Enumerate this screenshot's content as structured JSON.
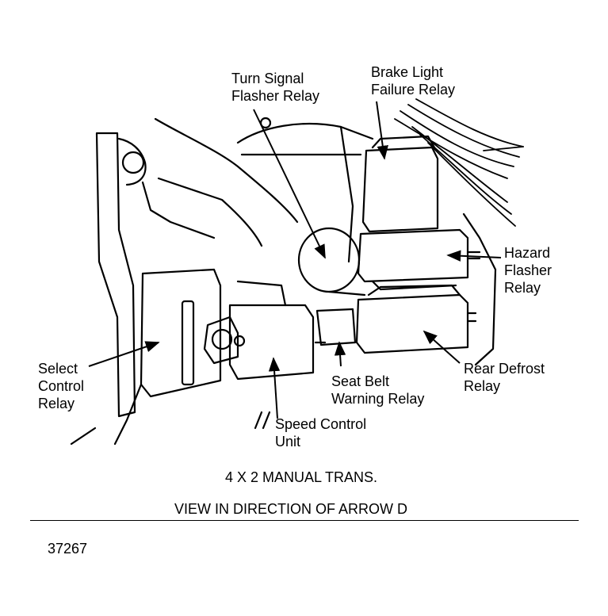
{
  "labels": {
    "turn_signal": [
      "Turn Signal",
      "Flasher Relay"
    ],
    "brake_light": [
      "Brake Light",
      "Failure Relay"
    ],
    "hazard": [
      "Hazard",
      "Flasher",
      "Relay"
    ],
    "rear_defrost": [
      "Rear Defrost",
      "Relay"
    ],
    "seat_belt": [
      "Seat Belt",
      "Warning Relay"
    ],
    "speed_control": [
      "Speed Control",
      "Unit"
    ],
    "select_control": [
      "Select",
      "Control",
      "Relay"
    ]
  },
  "caption": {
    "line1": "4 X 2 MANUAL TRANS.",
    "line2": "VIEW IN DIRECTION OF ARROW D"
  },
  "figure_number": "37267"
}
